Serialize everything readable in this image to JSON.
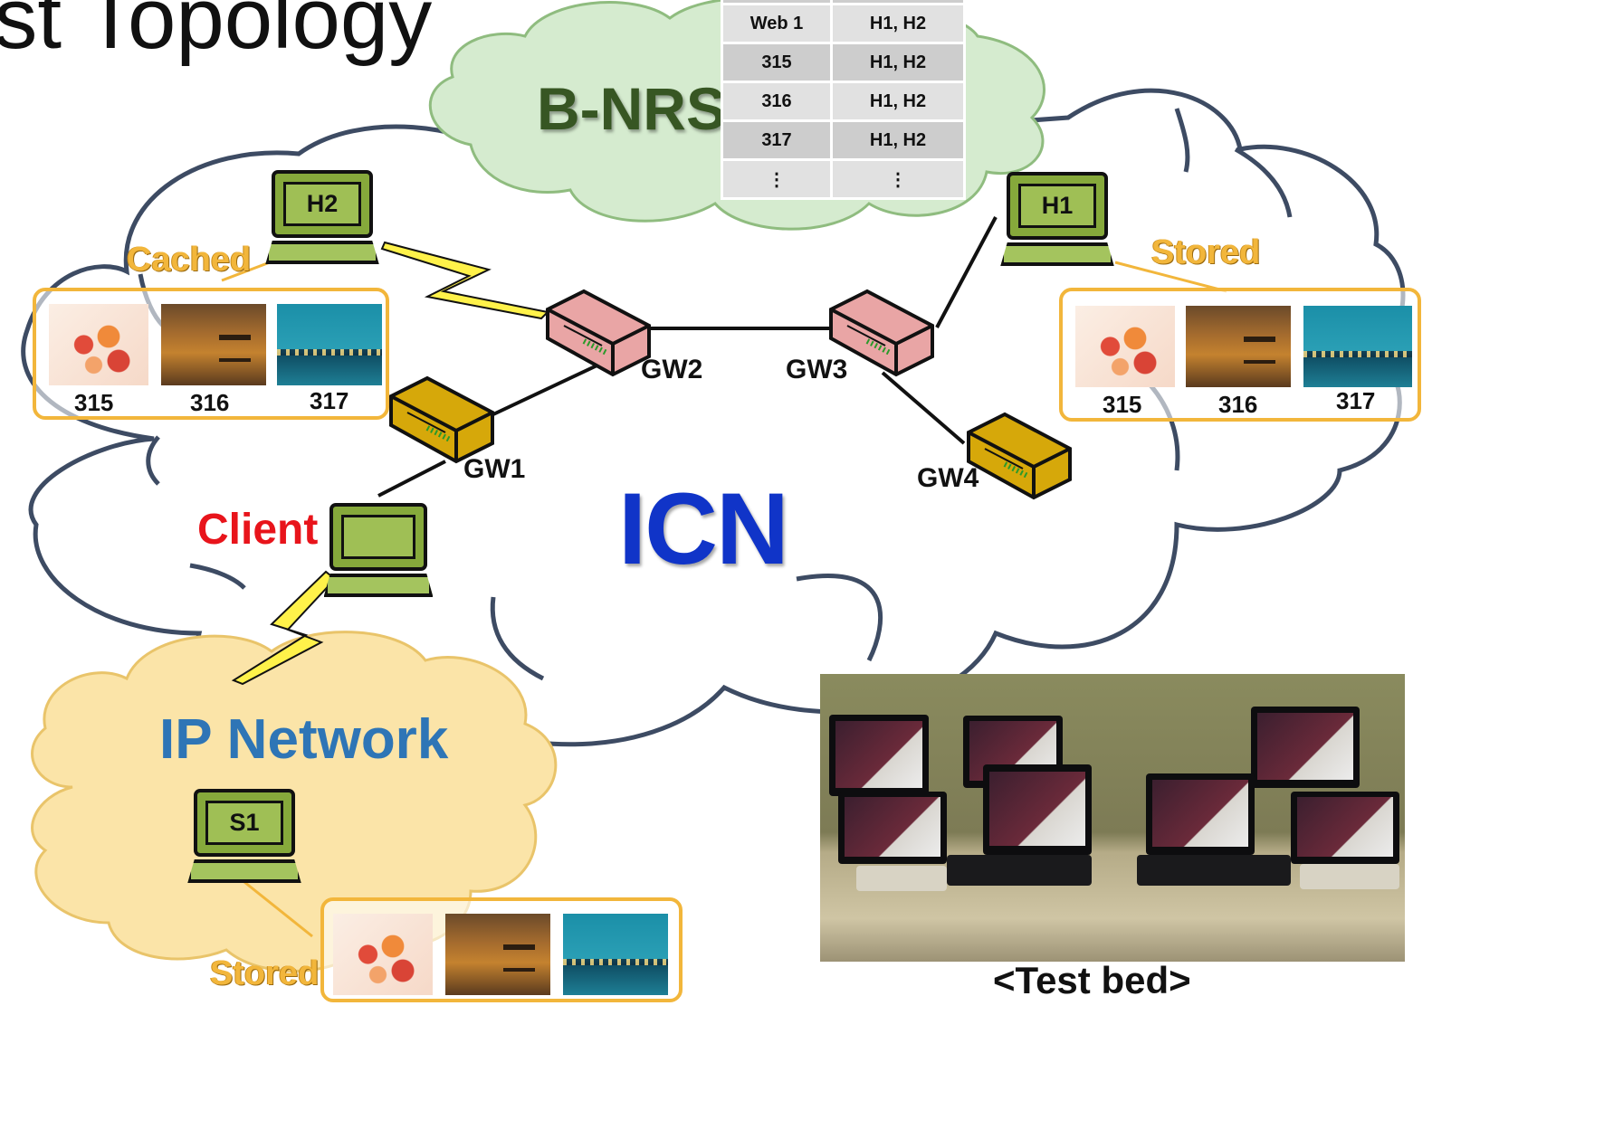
{
  "title": "est Topology",
  "nrs": {
    "label": "B-NRS",
    "rows": [
      [
        "Web 1",
        "H1, H2"
      ],
      [
        "315",
        "H1, H2"
      ],
      [
        "316",
        "H1, H2"
      ],
      [
        "317",
        "H1, H2"
      ],
      [
        "⋮",
        "⋮"
      ]
    ]
  },
  "icn": {
    "label": "ICN"
  },
  "ip_network": {
    "label": "IP Network"
  },
  "hosts": {
    "h1": "H1",
    "h2": "H2",
    "s1": "S1",
    "client": "Client"
  },
  "gateways": {
    "gw1": "GW1",
    "gw2": "GW2",
    "gw3": "GW3",
    "gw4": "GW4"
  },
  "labels": {
    "cached": "Cached",
    "stored_h1": "Stored",
    "stored_s1": "Stored"
  },
  "content_ids": {
    "left": [
      "315",
      "316",
      "317"
    ],
    "right": [
      "315",
      "316",
      "317"
    ]
  },
  "caption": "<Test bed>",
  "colors": {
    "icn_text": "#1034c8",
    "ip_text": "#2e75b6",
    "nrs_text": "#375623",
    "client_text": "#e8141b",
    "nrs_cloud": "#d5ebcf",
    "ip_cloud": "#fbe4a8",
    "cloud_stroke": "#3d4b63",
    "highlight": "#f2b63b",
    "router_pink": "#e9a5a5",
    "router_gold": "#d6a80a",
    "laptop_green": "#9fbf55",
    "lightning": "#fff24a"
  },
  "icons": {
    "router": "router-icon",
    "laptop": "laptop-icon",
    "wireless": "lightning-icon"
  }
}
